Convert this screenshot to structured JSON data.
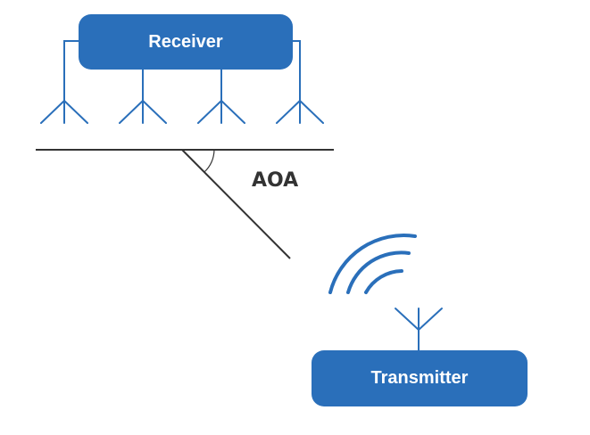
{
  "diagram": {
    "receiver": {
      "label": "Receiver"
    },
    "transmitter": {
      "label": "Transmitter"
    },
    "angle": {
      "label": "AOA"
    }
  },
  "colors": {
    "box_fill": "#2a6fba",
    "antenna_stroke": "#2a6fba",
    "line_stroke": "#333333",
    "label_text": "#333333"
  },
  "icons": {
    "receiver_antennas": [
      "antenna-icon",
      "antenna-icon",
      "antenna-icon",
      "antenna-icon"
    ],
    "transmitter_antenna": "antenna-icon",
    "signal": "wifi-signal-icon"
  }
}
